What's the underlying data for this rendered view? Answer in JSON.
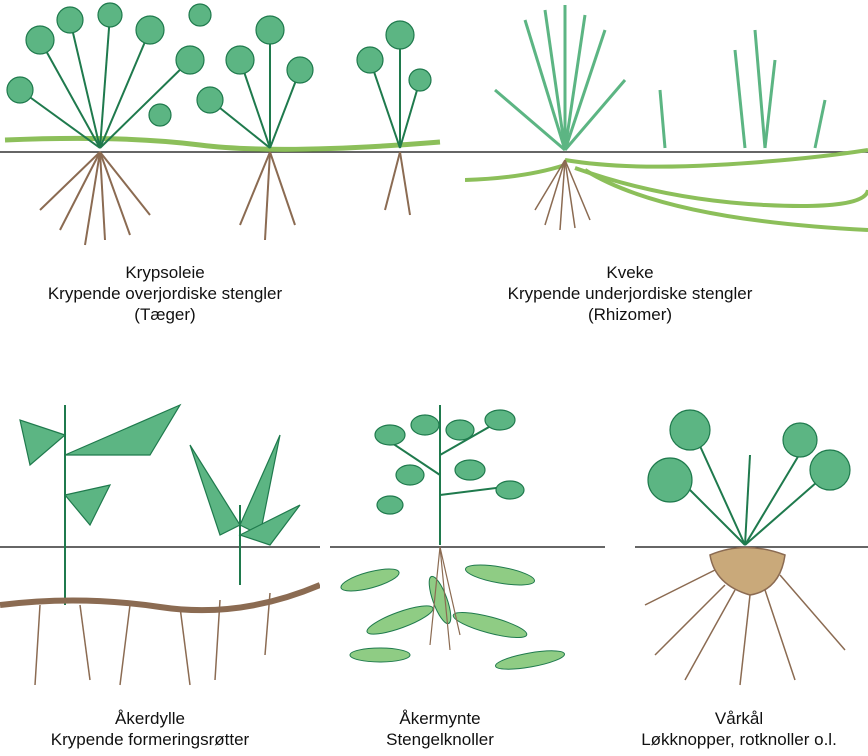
{
  "panels": [
    {
      "name": "Krypsoleie",
      "type": "Krypende overjordiske stengler",
      "note": "(Tæger)"
    },
    {
      "name": "Kveke",
      "type": "Krypende underjordiske stengler",
      "note": "(Rhizomer)"
    },
    {
      "name": "Åkerdylle",
      "type": "Krypende formeringsrøtter"
    },
    {
      "name": "Åkermynte",
      "type": "Stengelknoller"
    },
    {
      "name": "Vårkål",
      "type": "Løkknopper, rotknoller o.l."
    }
  ],
  "colors": {
    "leaf_fill": "#5cb583",
    "leaf_stroke": "#1f7a4d",
    "stem": "#8cbf5a",
    "root": "#8b6b52",
    "tuber": "#c9a97a",
    "ground_line": "#333333"
  }
}
